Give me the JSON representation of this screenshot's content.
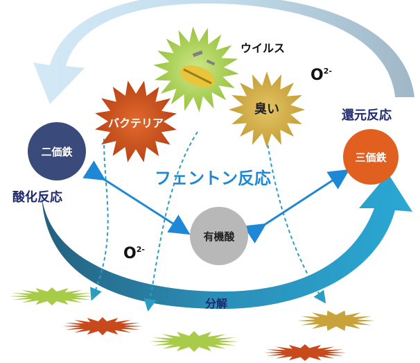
{
  "diagram": {
    "nodes": {
      "ferrous": {
        "label": "二価鉄",
        "color": "#3a4a7a"
      },
      "ferric": {
        "label": "三価鉄",
        "color": "#e2601f"
      },
      "organic_acid": {
        "label": "有機酸",
        "color": "#b8b8b8"
      }
    },
    "pollutants": {
      "virus": {
        "label": "ウイルス",
        "color": "#9cc43a"
      },
      "bacteria": {
        "label": "バクテリア",
        "color": "#c84a1c"
      },
      "odor": {
        "label": "臭い",
        "color": "#c8a23a"
      }
    },
    "labels": {
      "title": "フェントン反応",
      "oxidation": "酸化反応",
      "reduction": "還元反応",
      "decomposition": "分解",
      "superoxide_top": "O",
      "superoxide_top_sup": "2-",
      "superoxide_bottom": "O",
      "superoxide_bottom_sup": "2-"
    },
    "colors": {
      "accent_blue": "#1e88d6",
      "label_navy": "#1f2a6e",
      "top_arc": "#bcd9ec",
      "bottom_arc": "#2a9dc4"
    }
  }
}
